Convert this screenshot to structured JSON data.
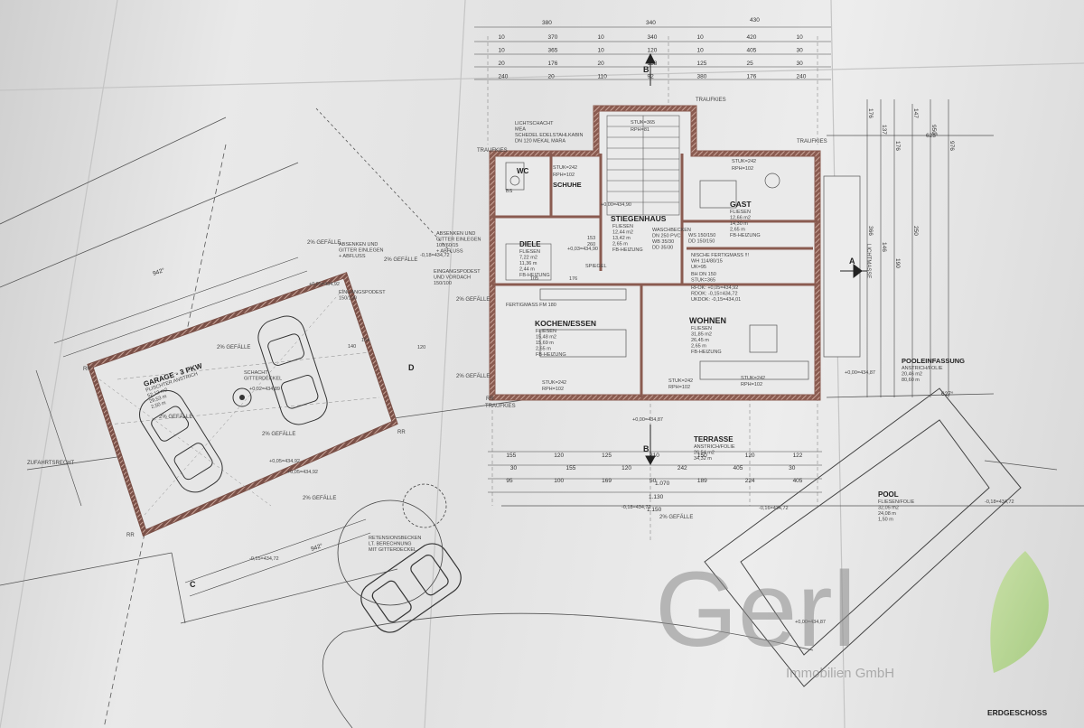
{
  "title": "ERDGESCHOSS",
  "watermark": {
    "brand": "Gerl",
    "subtitle": "Immobilien GmbH"
  },
  "top_dims": [
    "380",
    "340",
    "430"
  ],
  "top_dim_rows": [
    [
      "10",
      "370",
      "10",
      "340",
      "10",
      "420",
      "10"
    ],
    [
      "10",
      "365",
      "10",
      "120",
      "10",
      "405",
      "30"
    ],
    [
      "20",
      "176",
      "20",
      "158",
      "125",
      "25",
      "30"
    ],
    [
      "240",
      "20",
      "110",
      "92",
      "380",
      "176",
      "240"
    ]
  ],
  "bottom_dims": [
    "1.070",
    "1.130",
    "1.150"
  ],
  "bottom_dim_rows": [
    [
      "155",
      "120",
      "125",
      "210",
      "150",
      "120",
      "122"
    ],
    [
      "30",
      "155",
      "120",
      "242",
      "405",
      "30"
    ],
    [
      "95",
      "100",
      "169",
      "50",
      "189",
      "224",
      "405"
    ]
  ],
  "right_dims": [
    "176",
    "137",
    "176",
    "147",
    "950",
    "976",
    "366",
    "146",
    "190",
    "250"
  ],
  "rooms": {
    "wc": "WC",
    "schuhe": "SCHUHE",
    "diele": {
      "name": "DIELE",
      "lines": [
        "FLIESEN",
        "7,22 m2",
        "11,36 m",
        "2,44 m",
        "FB-HEIZUNG"
      ]
    },
    "stiegenhaus": {
      "name": "STIEGENHAUS",
      "lines": [
        "FLIESEN",
        "12,44 m2",
        "13,42 m",
        "2,65 m",
        "FB-HEIZUNG"
      ]
    },
    "gast": {
      "name": "GAST",
      "lines": [
        "FLIESEN",
        "12,66 m2",
        "14,30 m",
        "2,65 m",
        "FB-HEIZUNG"
      ]
    },
    "kochen": {
      "name": "KOCHEN/ESSEN",
      "lines": [
        "FLIESEN",
        "15,48 m2",
        "15,69 m",
        "2,65 m",
        "FB-HEIZUNG"
      ]
    },
    "wohnen": {
      "name": "WOHNEN",
      "lines": [
        "FLIESEN",
        "31,85 m2",
        "26,45 m",
        "2,65 m",
        "FB-HEIZUNG"
      ]
    },
    "garage": {
      "name": "GARAGE - 3 PKW",
      "lines": [
        "PLISCHTER ANSTRICH",
        "52,12 m2",
        "29,53 m",
        "2,50 m"
      ]
    },
    "terrasse": {
      "name": "TERRASSE",
      "lines": [
        "ANSTRICH/FOLIE",
        "26,54 m2",
        "34,32 m"
      ]
    },
    "pool": {
      "name": "POOL",
      "lines": [
        "FLIESEN/FOLIE",
        "32,05 m2",
        "24,08 m",
        "1,50 m"
      ]
    },
    "pooleinfassung": {
      "name": "POOLEINFASSUNG",
      "lines": [
        "ANSTRICH/FOLIE",
        "20,46 m2",
        "80,60 m"
      ]
    }
  },
  "labels": {
    "lichtschacht": [
      "LICHTSCHACHT",
      "MEA",
      "SCHEDEL EDELSTAHLKABIN",
      "DN 120 MEKAL MARA"
    ],
    "eingangspodest": [
      "EINGANGSPODEST",
      "150/100"
    ],
    "eingangspodest2": [
      "EINGANGSPODEST",
      "UND VORDACH",
      "150/100"
    ],
    "absenken": [
      "ABSENKEN UND",
      "GITTER EINLEGEN",
      "100/60/15",
      "+ ABFLUSS"
    ],
    "absenken2": [
      "ABSENKEN UND",
      "GITTER EINLEGEN",
      "+ ABFLUSS"
    ],
    "schacht": [
      "SCHACHT",
      "GITTERDECKEL"
    ],
    "nische": [
      "NISCHE FERTIGMASS !!!",
      "WH 114/80/15",
      "UK=95"
    ],
    "sickerschacht": [
      "RETENSIONSBECKEN",
      "LT. BERECHNUNG",
      "MIT GITTERDECKEL"
    ],
    "trauf": "TRAUFKIES",
    "zufahrt": "ZUFAHRTSRECHT",
    "gefaelle": "2% GEFÄLLE",
    "lichtmasse": "LICHTMASSE",
    "fertigmass": "FERTIGMASS FM 180",
    "spiegel": "SPIEGEL",
    "bs": "BS",
    "rr": "RR",
    "rpdk": [
      "RFOK: +0,05=434,92",
      "RDOK: -0,15=434,72",
      "UKDOK: -0,15=434,01"
    ]
  },
  "levels": {
    "ffb": "+0,00=434,87",
    "entry": "+0,05=434,92",
    "garage_level": "+0,02=434,89",
    "garage_level2": "+0,05=434,92",
    "garage_level3": "+0,05=434,92",
    "outside": "-0,18=434,72",
    "outside2": "-0,15=434,72",
    "outside3": "-0,18=434,72",
    "pool_level": "-0,18=434,72",
    "pool_level2": "-0,16=434,72",
    "terrace_level": "+0,00=434,87",
    "inner": "+0,03=434,90",
    "stair": "+0,00=434,90",
    "east": "+0,00=434,87"
  },
  "small": {
    "stuk_top": "STUK=365",
    "rph_top": "RPH=81",
    "stuk_wc": "STUK=242",
    "rph_wc": "RPH=102",
    "stuk_gast": "STUK=242",
    "rph_gast": "RPH=102",
    "waschbecken": [
      "WASCHBECKEN",
      "DN 250 PVC",
      "WB 35/30",
      "DD 35/30"
    ],
    "ws": [
      "WS 150/150",
      "DD 150/150"
    ],
    "bdn": [
      "BH DN 150",
      "STUK=365"
    ],
    "pfeil_a": "A",
    "pfeil_b": "B",
    "pfeil_d": "D",
    "pfeil_c": "C",
    "dims_in": [
      "153",
      "260",
      "176",
      "105",
      "140",
      "154",
      "120"
    ]
  },
  "angles": [
    "942°",
    "942°",
    "625°",
    "627°"
  ]
}
